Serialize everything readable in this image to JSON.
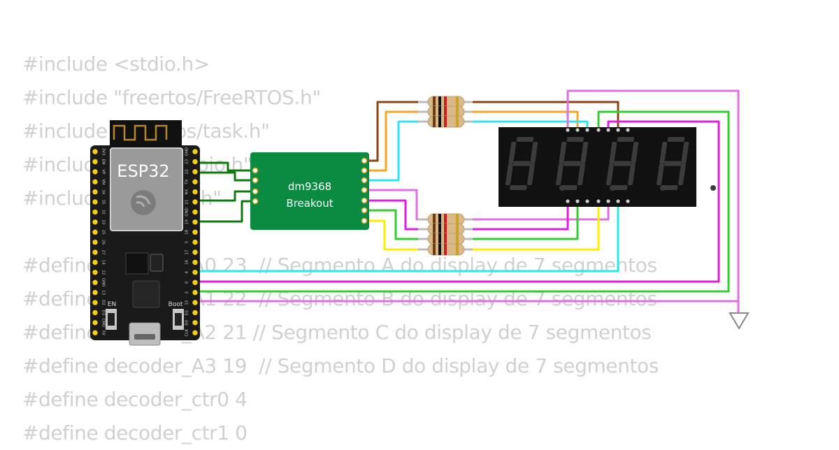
{
  "code_lines": [
    "#include <stdio.h>",
    "#include \"freertos/FreeRTOS.h\"",
    "#include \"freertos/task.h\"",
    "#include \"driver/gpio.h\"",
    "#include \"esp_log.h\"",
    "",
    "#define decoder_A0 23  // Segmento A do display de 7 segmentos",
    "#define decoder_A1 22  // Segmento B do display de 7 segmentos",
    "#define decoder_A2 21 // Segmento C do display de 7 segmentos",
    "#define decoder_A3 19  // Segmento D do display de 7 segmentos",
    "#define decoder_ctr0 4",
    "#define decoder_ctr1 0"
  ],
  "esp32": {
    "label": "ESP32",
    "left_pins": [
      "3V3",
      "EN",
      "VP",
      "VN",
      "34",
      "35",
      "32",
      "33",
      "25",
      "26",
      "27",
      "14",
      "12",
      "GND",
      "13",
      "D2",
      "D3",
      "CMD",
      "5V"
    ],
    "right_pins": [
      "GND",
      "23",
      "22",
      "TX",
      "RX",
      "21",
      "GND",
      "19",
      "18",
      "5",
      "17",
      "16",
      "4",
      "0",
      "2",
      "15",
      "D1",
      "D0",
      "CLK"
    ],
    "en_label": "EN",
    "boot_label": "Boot"
  },
  "breakout": {
    "line1": "dm9368",
    "line2": "Breakout"
  },
  "colors": {
    "brown": "#8b4513",
    "orange": "#f5a623",
    "cyan": "#2ee6f0",
    "magenta": "#e01ee0",
    "green": "#33cc33",
    "violet": "#e070e0",
    "yellow": "#ffee00",
    "dark_green": "#0f7a0f",
    "board_green": "#0b8a42"
  }
}
